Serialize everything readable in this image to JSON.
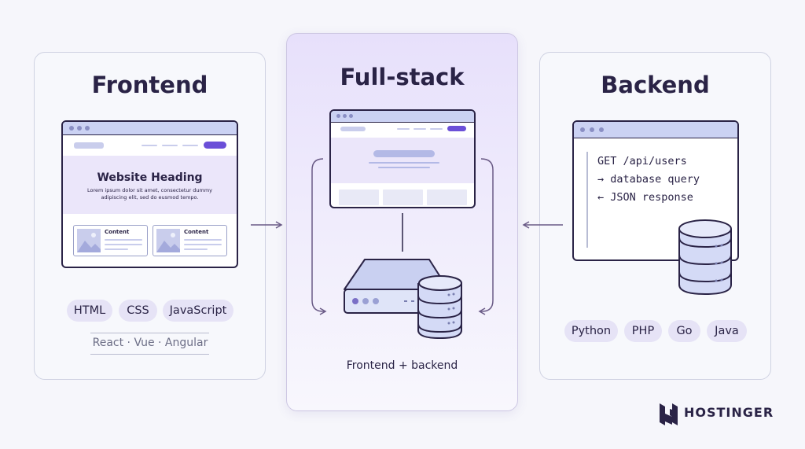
{
  "frontend": {
    "title": "Frontend",
    "mock": {
      "heading": "Website Heading",
      "subtext_line1": "Lorem ipsum dolor sit amet, consectetur dummy",
      "subtext_line2": "adipiscing elit, sed do eusmod tempo.",
      "card1_label": "Content",
      "card2_label": "Content"
    },
    "tags": [
      "HTML",
      "CSS",
      "JavaScript"
    ],
    "frameworks": "React · Vue · Angular"
  },
  "fullstack": {
    "title": "Full-stack",
    "caption": "Frontend + backend"
  },
  "backend": {
    "title": "Backend",
    "code_lines": [
      "GET /api/users",
      "→ database query",
      "← JSON response"
    ],
    "tags": [
      "Python",
      "PHP",
      "Go",
      "Java"
    ]
  },
  "brand": {
    "name": "HOSTINGER",
    "logo_icon": "hostinger-h-logo-icon"
  },
  "colors": {
    "ink": "#2a2346",
    "accent": "#6b4fd8",
    "lavender": "#e6e3f6",
    "soft_blue": "#cbd2f3"
  }
}
